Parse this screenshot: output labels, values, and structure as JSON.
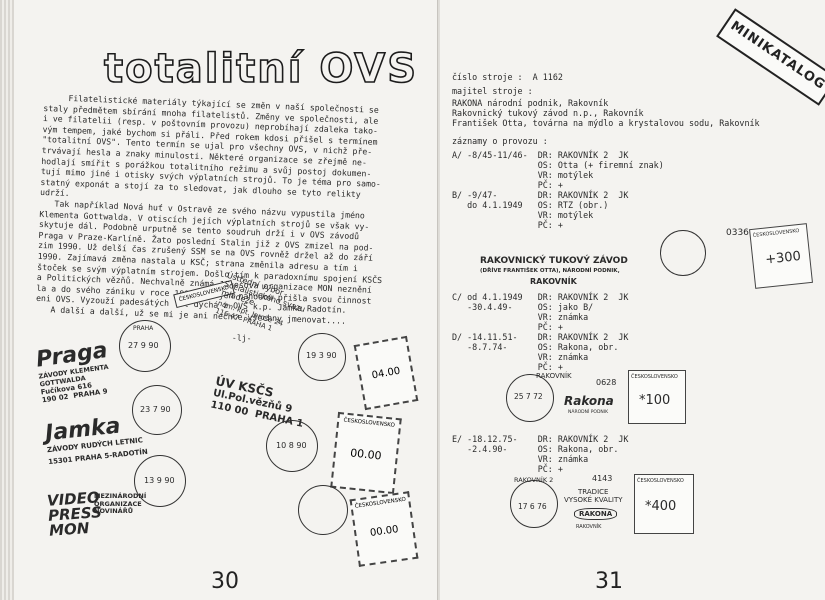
{
  "left_page": {
    "title": "totalitní OVS",
    "article": "     Filatelistické materiály týkající se změn v naší společnosti se\nstaly předmětem sbírání mnoha filatelistů. Změny ve společnosti, ale\ni ve filatelii (resp. v poštovním provozu) neprobíhají zdaleka tako-\nvým tempem, jaké bychom si přáli. Před rokem kdosi přišel s termínem\n\"totalitní OVS\". Tento termín se ujal pro všechny OVS, v nichž pře-\ntrvávají hesla a znaky minulosti. Některé organizace se zřejmě ne-\nhodlají smířit s porážkou totalitního režimu a svůj postoj dokumen-\ntují mimo jiné i otisky svých výplatních strojů. To je téma pro samo-\nstatný exponát a stojí za to sledovat, jak dlouho se tyto relikty\nudrží.\n   Tak například Nová huť v Ostravě ze svého názvu vypustila jméno\nKlementa Gottwalda. V otiscích jejích výplatních strojů se však vy-\nskytuje dál. Podobně urputně se tento soudruh drží i v OVS závodů\nPraga v Praze-Karlíně. Žato poslední Stalin již z OVS zmizel na pod-\nzim 1990. Už delší čas zrušený SSM se na OVS rovněž držel až do září\n1990. Zajímavá změna nastala u KSČ; strana změnila adresu a tím i\nštoček se svým výplatním strojem. Došlo tím k paradoxnímu spojení KSČS\na Politických vězňů. Nechvalně známá Jakešova organizace MON neznění\nla a do svého zániku v roce 1991 asi jen náhodou přišla svou činnost\neni OVS. Vyzouží padesátých let dýchá z OVS k.p. Jamka Radotín.\n   A další a další, už se mi je ani nechce všechny jmenovat....\n\n                                        -lj-",
    "page_number": "30",
    "collage": {
      "praga": "Praga",
      "praga_sub": "ZÁVODY KLEMENTA GOTTWALDA",
      "praga_addr": "Fučíkova 616\n190 02  PRAHA 9",
      "jamka": "Jamka",
      "jamka_sub": "ZÁVODY RUDÝCH LETNIC",
      "jamka_addr": "15301  PRAHA 5-RADOTÍN",
      "video": "VIDEO\nPRESS\nMON",
      "video_side": "MEZINÁRODNÍ\nORGANIZACE\nNOVINÁŘŮ",
      "ssm": "Ústřední výbor\nSocialistického svazu\nmládeže",
      "ssm_addr": "nám. kpt. Jaroše 24\n116 47  PRAHA 1",
      "kscs": "ÚV KSČS",
      "kscs_addr": "Ul.Pol.vězňů 9\n110 00  PRAHA 1",
      "postmark_date1": "27 9 90",
      "postmark_date2": "19 3 90",
      "postmark_date3": "23 7 90",
      "postmark_date4": "10 8 90",
      "postmark_date5": "13 9 90",
      "postmark_city": "PRAHA",
      "value_400": "04.00",
      "value_000": "00.00",
      "cs_label": "ČESKOSLOVENSKO"
    }
  },
  "right_page": {
    "banner": "MINIKATALOG",
    "lines": [
      "číslo stroje :  A 1162",
      "majitel stroje :",
      "RAKONA národní podnik, Rakovník",
      "Rakovnický tukový závod n.p., Rakovník",
      "František Otta, továrna na mýdlo a krystalovou sodu, Rakovník",
      "",
      "záznamy o provozu :",
      "A/ -8/45-11/46-  DR: RAKOVNÍK 2  JK",
      "                 OS: Otta (+ firemní znak)",
      "                 VR: motýlek",
      "                 PČ: +",
      "B/ -9/47-        DR: RAKOVNÍK 2  JK",
      "   do 4.1.1949   OS: RTZ (obr.)",
      "                 VR: motýlek",
      "                 PČ: +",
      "C/ od 4.1.1949   DR: RAKOVNÍK 2  JK",
      "   -30.4.49-     OS: jako B/",
      "                 VR: známka",
      "                 PČ: +",
      "D/ -14.11.51-    DR: RAKOVNÍK 2  JK",
      "   -8.7.74-      OS: Rakona, obr.",
      "                 VR: známka",
      "                 PČ: +",
      "E/ -18.12.75-    DR: RAKOVNÍK 2  JK",
      "   -2.4.90-      OS: Rakona, obr.",
      "                 VR: známka",
      "                 PČ: +"
    ],
    "meter_b": {
      "company": "RAKOVNICKÝ TUKOVÝ ZÁVOD",
      "former": "(DŘÍVE FRANTIŠEK OTTA), NÁRODNÍ PODNIK,",
      "city": "RAKOVNÍK",
      "number": "0336",
      "value": "+300",
      "cs": "ČESKOSLOVENSKO"
    },
    "meter_d": {
      "city": "RAKOVNÍK",
      "number": "0628",
      "date": "25 7 72",
      "brand": "Rakona",
      "sub": "NÁRODNÍ PODNIK",
      "value": "*100",
      "cs": "ČESKOSLOVENSKO"
    },
    "meter_e": {
      "city": "RAKOVNÍK 2",
      "number": "4143",
      "date": "17 6 76",
      "slogan": "TRADICE\nVYSOKÉ KVALITY",
      "brand": "RAKONA",
      "value": "*400",
      "cs": "ČESKOSLOVENSKO",
      "city2": "RAKOVNÍK"
    },
    "page_number": "31"
  }
}
